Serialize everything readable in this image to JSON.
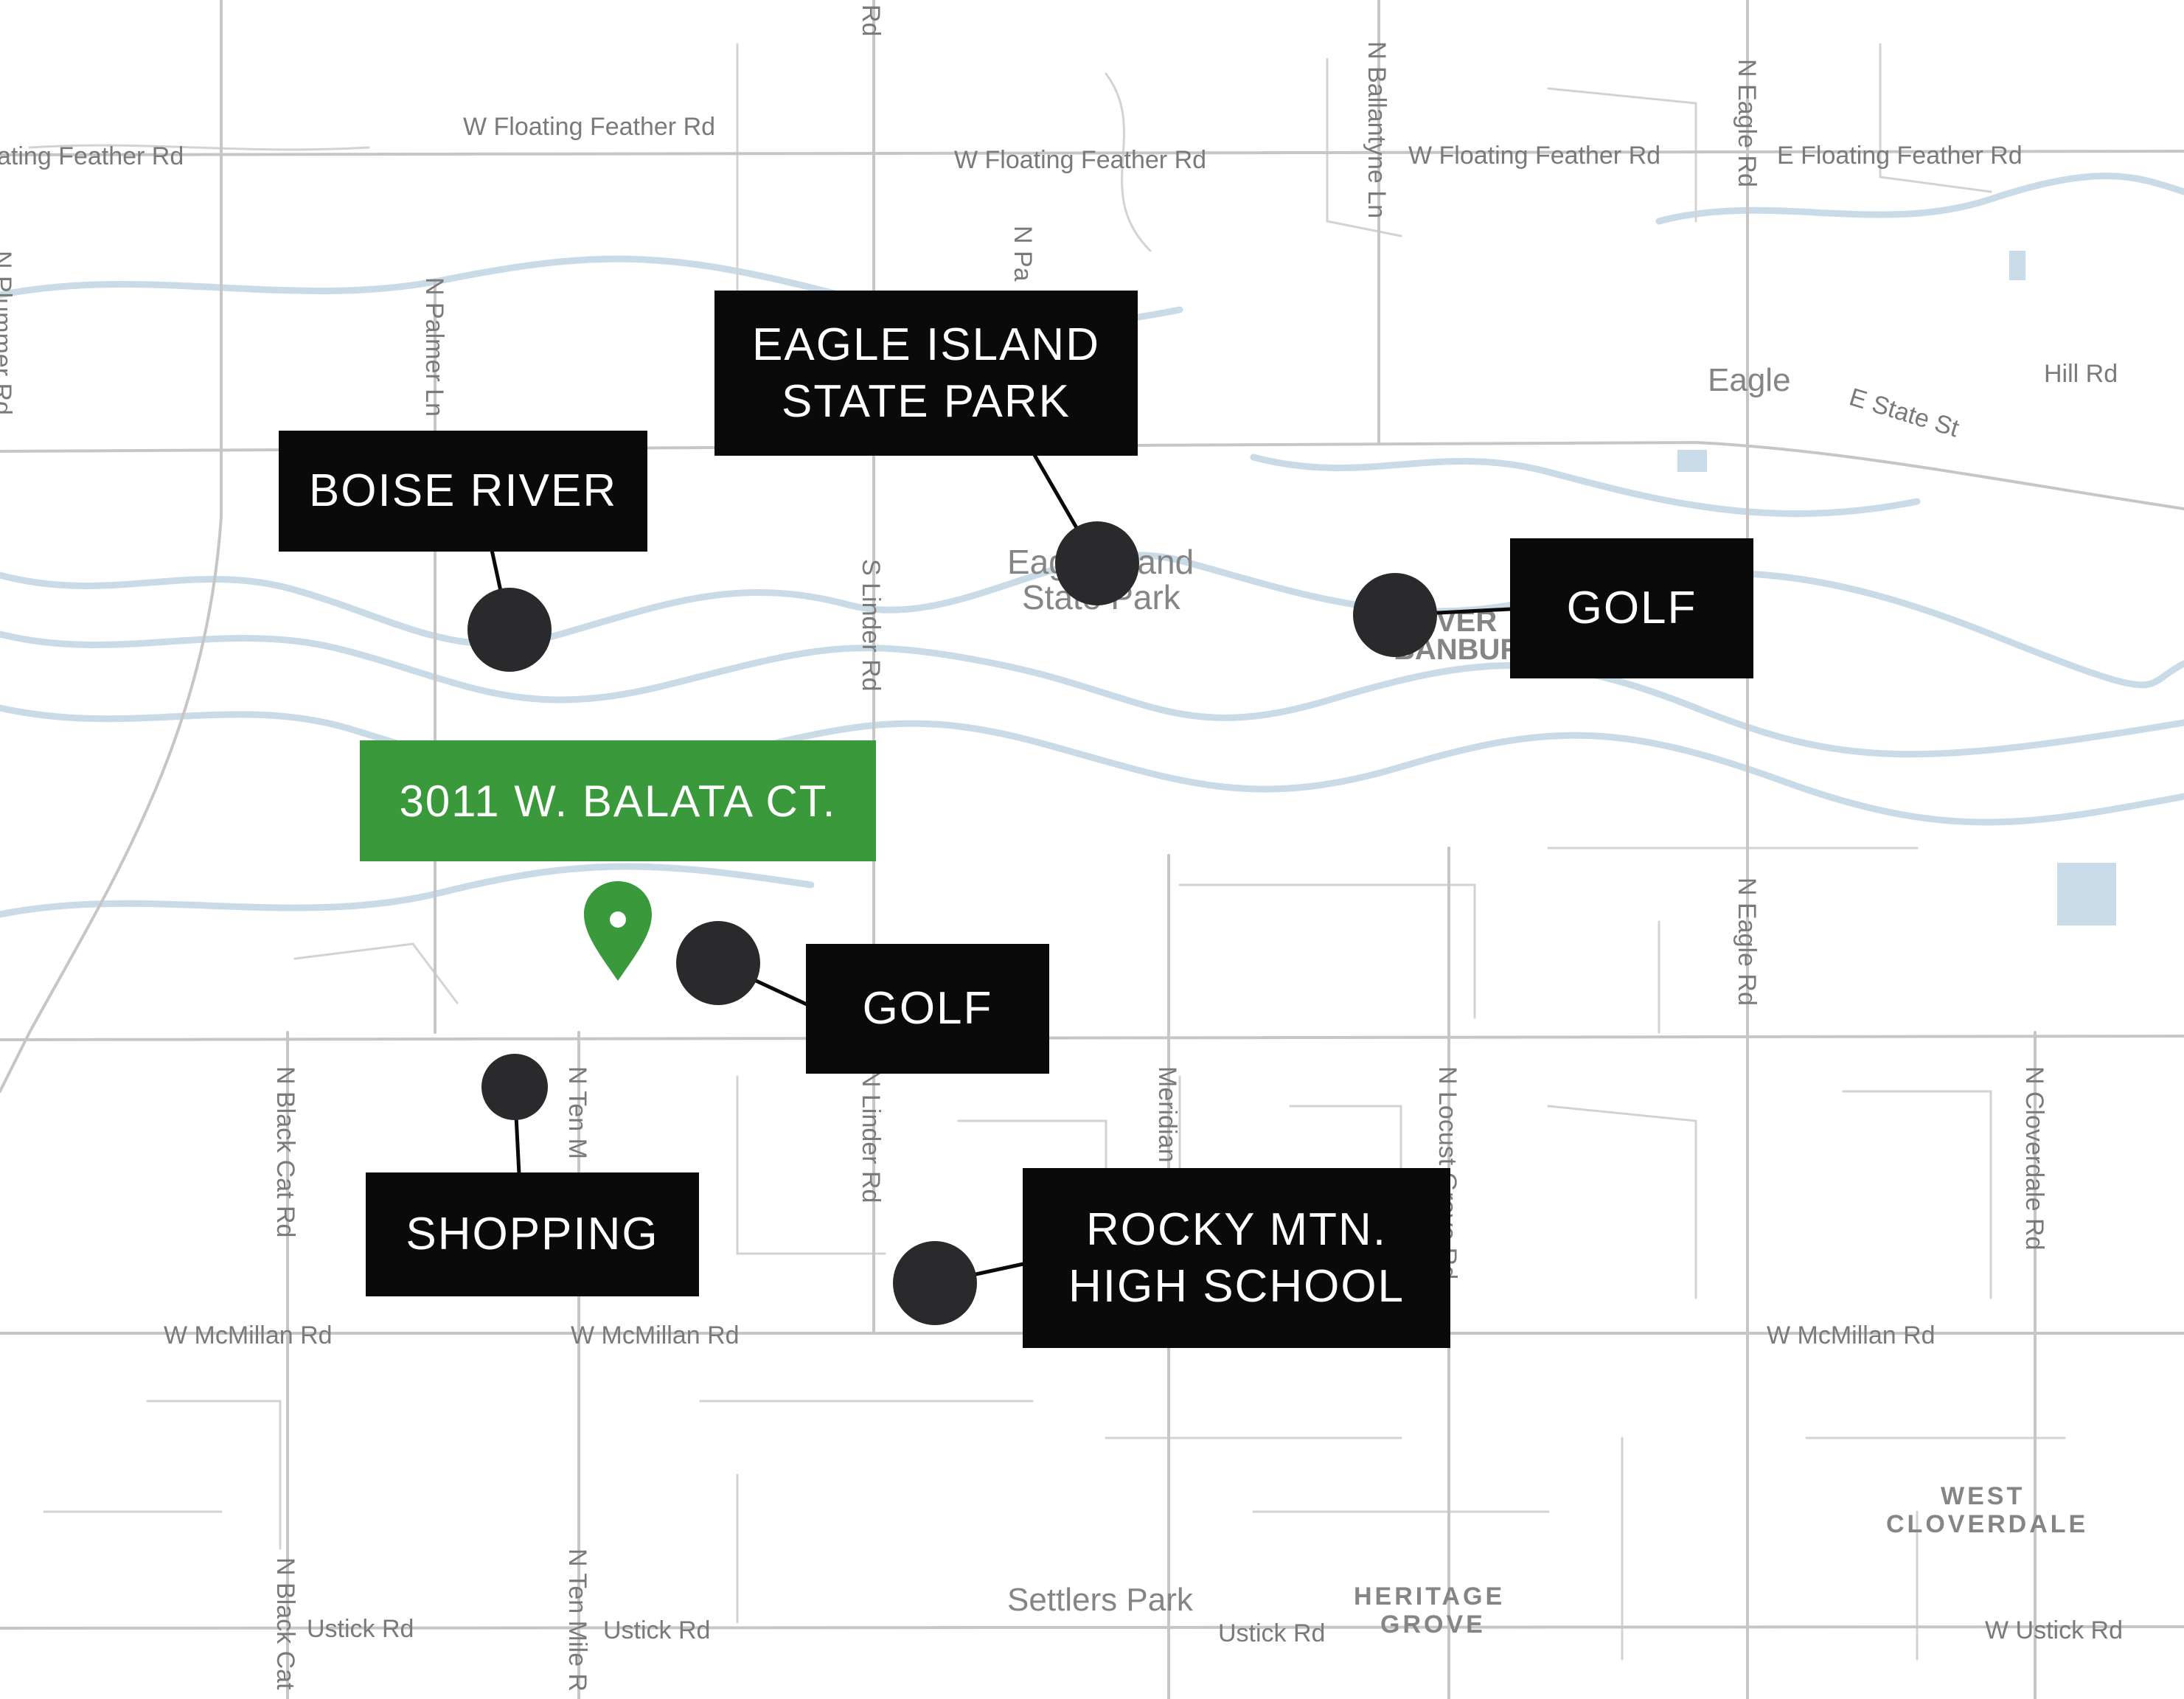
{
  "colors": {
    "road": "#d3d3d3",
    "road_major": "#c6c6c6",
    "river": "#c9dbe6",
    "callout_bg": "#0a0a0a",
    "callout_text": "#ffffff",
    "address_bg": "#3a9a3b",
    "marker": "#2a2a2d",
    "pin": "#3a9a3b"
  },
  "callouts": {
    "eagle_island": {
      "line1": "EAGLE ISLAND",
      "line2": "STATE PARK"
    },
    "boise_river": "BOISE RIVER",
    "golf_east": "GOLF",
    "address": "3011 W. BALATA CT.",
    "golf_south": "GOLF",
    "shopping": "SHOPPING",
    "rocky_mtn": {
      "line1": "ROCKY MTN.",
      "line2": "HIGH SCHOOL"
    }
  },
  "roads": {
    "floating_feather_west": "ating Feather Rd",
    "floating_feather_1": "W Floating Feather Rd",
    "floating_feather_2": "W Floating Feather Rd",
    "floating_feather_3": "W Floating Feather Rd",
    "floating_feather_east": "E Floating Feather Rd",
    "n_palmer": "N Palmer Ln",
    "n_ballantyne": "N Ballantyne Ln",
    "n_eagle_top": "N Eagle Rd",
    "n_eagle_mid": "N Eagle Rd",
    "s_linder": "S Linder Rd",
    "n_linder": "N Linder Rd",
    "n_pa": "N Pa",
    "rd_top": "Rd",
    "n_plummer": "N Plummer Rd",
    "e_state": "E State St",
    "hill": "Hill Rd",
    "n_black_cat": "N Black Cat Rd",
    "n_black_cat_south": "N Black Cat",
    "n_ten_mile": "N Ten M",
    "n_ten_mile_south": "N Ten Mile R",
    "meridian": "Meridian",
    "n_locust_grove": "N Locust Grove Rd",
    "n_cloverdale": "N Cloverdale Rd",
    "mcmillan_1": "W McMillan Rd",
    "mcmillan_2": "W McMillan Rd",
    "mcmillan_3": "W McMillan Rd",
    "ustick_1": "Ustick Rd",
    "ustick_2": "Ustick Rd",
    "ustick_3": "Ustick Rd",
    "ustick_4": "W Ustick Rd"
  },
  "places": {
    "eagle": "Eagle",
    "eagle_island_line1": "Eagle Island",
    "eagle_island_line2": "State Park",
    "river_club_line1": "RIVER",
    "river_club_line2": "BANBUR",
    "settlers_park": "Settlers Park",
    "heritage_line1": "HERITAGE",
    "heritage_line2": "GROVE",
    "west_cloverdale_line1": "WEST",
    "west_cloverdale_line2": "CLOVERDALE"
  }
}
